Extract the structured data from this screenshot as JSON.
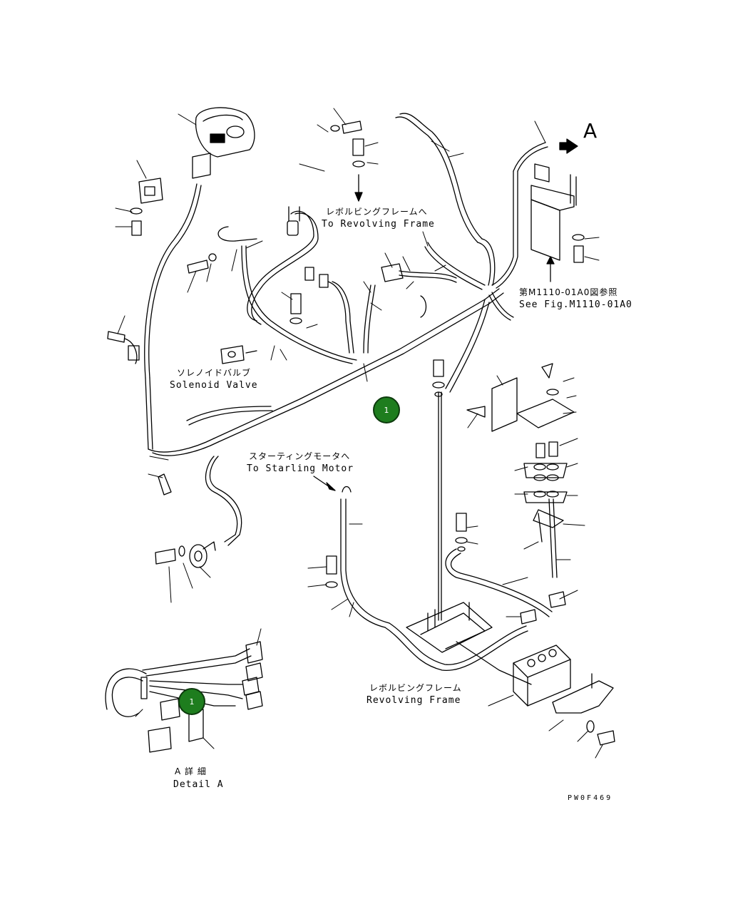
{
  "colors": {
    "accent": "#1e7d1e",
    "line": "#000000",
    "background": "#ffffff"
  },
  "labels": {
    "revolving_frame_top_jp": "レボルビングフレームへ",
    "revolving_frame_top_en": "To Revolving Frame",
    "see_fig_jp": "第M1110-01A0図参照",
    "see_fig_en": "See Fig.M1110-01A0",
    "solenoid_jp": "ソレノイドバルブ",
    "solenoid_en": "Solenoid Valve",
    "starting_motor_jp": "スターティングモータへ",
    "starting_motor_en": "To Starling Motor",
    "revolving_frame_jp": "レボルビングフレーム",
    "revolving_frame_en": "Revolving Frame",
    "detail_jp": "A 詳 細",
    "detail_en": "Detail A",
    "view_arrow_letter": "A",
    "drawing_code": "PW0F469"
  },
  "callouts": [
    {
      "number": "1"
    },
    {
      "number": "1"
    }
  ]
}
